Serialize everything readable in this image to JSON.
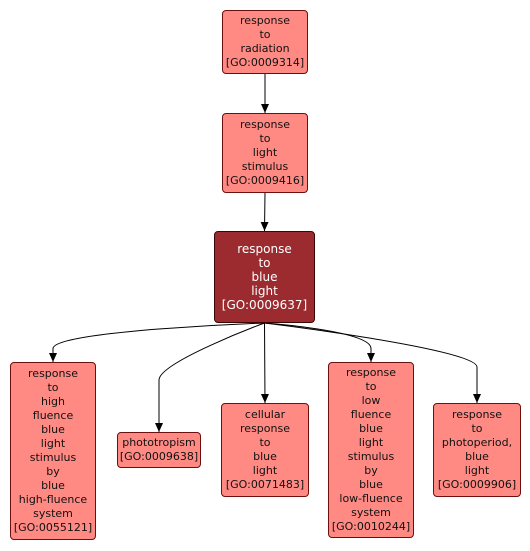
{
  "colors": {
    "node_fill": "#ff8a84",
    "focus_fill": "#9b2b2f",
    "focus_text": "#ffffff",
    "node_border": "#6b0f0f",
    "edge": "#000000"
  },
  "nodes": [
    {
      "id": "GO:0009314",
      "label_lines": [
        "response",
        "to",
        "radiation",
        "[GO:0009314]"
      ]
    },
    {
      "id": "GO:0009416",
      "label_lines": [
        "response",
        "to",
        "light",
        "stimulus",
        "[GO:0009416]"
      ]
    },
    {
      "id": "GO:0009637",
      "label_lines": [
        "response",
        "to",
        "blue",
        "light",
        "[GO:0009637]"
      ]
    },
    {
      "id": "GO:0055121",
      "label_lines": [
        "response",
        "to",
        "high",
        "fluence",
        "blue",
        "light",
        "stimulus",
        "by",
        "blue",
        "high-fluence",
        "system",
        "[GO:0055121]"
      ]
    },
    {
      "id": "GO:0009638",
      "label_lines": [
        "phototropism",
        "[GO:0009638]"
      ]
    },
    {
      "id": "GO:0071483",
      "label_lines": [
        "cellular",
        "response",
        "to",
        "blue",
        "light",
        "[GO:0071483]"
      ]
    },
    {
      "id": "GO:0010244",
      "label_lines": [
        "response",
        "to",
        "low",
        "fluence",
        "blue",
        "light",
        "stimulus",
        "by",
        "blue",
        "low-fluence",
        "system",
        "[GO:0010244]"
      ]
    },
    {
      "id": "GO:0009906",
      "label_lines": [
        "response",
        "to",
        "photoperiod,",
        "blue",
        "light",
        "[GO:0009906]"
      ]
    }
  ],
  "edges": [
    {
      "from": "GO:0009314",
      "to": "GO:0009416"
    },
    {
      "from": "GO:0009416",
      "to": "GO:0009637"
    },
    {
      "from": "GO:0009637",
      "to": "GO:0055121"
    },
    {
      "from": "GO:0009637",
      "to": "GO:0009638"
    },
    {
      "from": "GO:0009637",
      "to": "GO:0071483"
    },
    {
      "from": "GO:0009637",
      "to": "GO:0010244"
    },
    {
      "from": "GO:0009637",
      "to": "GO:0009906"
    }
  ],
  "focus_node": "GO:0009637"
}
